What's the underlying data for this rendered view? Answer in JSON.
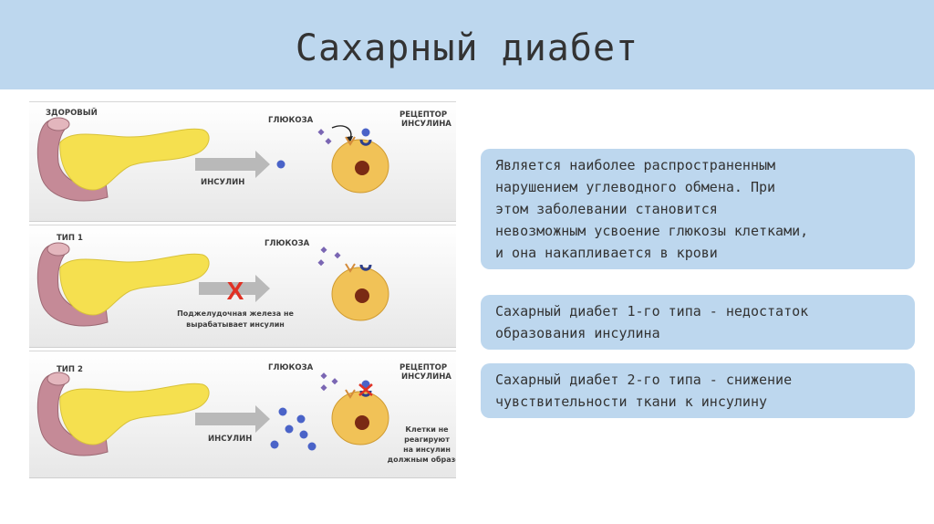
{
  "slide": {
    "title": "Сахарный диабет"
  },
  "diagram": {
    "panels": [
      {
        "label": "ЗДОРОВЫЙ",
        "glucose": "ГЛЮКОЗА",
        "receptor": [
          "РЕЦЕПТОР",
          "ИНСУЛИНА"
        ],
        "arrow_label": "ИНСУЛИН"
      },
      {
        "label": "ТИП 1",
        "glucose": "ГЛЮКОЗА",
        "caption": [
          "Поджелудочная железа не",
          "вырабатывает инсулин"
        ],
        "cross": "X"
      },
      {
        "label": "ТИП 2",
        "glucose": "ГЛЮКОЗА",
        "receptor": [
          "РЕЦЕПТОР",
          "ИНСУЛИНА"
        ],
        "arrow_label": "ИНСУЛИН",
        "note": [
          "Клетки не",
          "реагируют",
          "на инсулин",
          "должным образом"
        ]
      }
    ]
  },
  "text_boxes": [
    {
      "lines": [
        "Является наиболее распространенным",
        "нарушением углеводного обмена. При",
        "этом заболевании становится",
        "невозможным усвоение глюкозы клетками,",
        "и она накапливается в крови"
      ]
    },
    {
      "lines": [
        "Сахарный диабет 1-го типа - недостаток",
        "образования инсулина"
      ]
    },
    {
      "lines": [
        "Сахарный диабет 2-го типа - снижение",
        "чувствительности ткани к инсулину"
      ]
    }
  ],
  "colors": {
    "header_bg": "#bdd7ee",
    "box_bg": "#bdd7ee",
    "pancreas": "#f5e04f",
    "duodenum": "#c58a97",
    "cell": "#f1c257",
    "nucleus": "#7a2a14",
    "insulin": "#4a63c8",
    "glucose": "#7a66b3",
    "cross": "#e03124"
  }
}
